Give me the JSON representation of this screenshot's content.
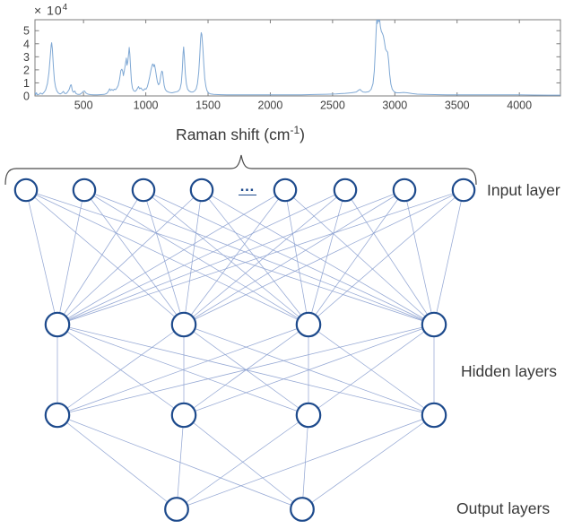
{
  "chart_data": {
    "type": "line",
    "title": "",
    "xlabel": "Raman shift (cm-1)",
    "xlabel_parts": {
      "prefix": "Raman shift (cm",
      "sup": "-1",
      "suffix": ")"
    },
    "ylabel": "",
    "y_scale_parts": {
      "prefix": "× 10",
      "sup": "4"
    },
    "x_ticks": [
      500,
      1000,
      1500,
      2000,
      2500,
      3000,
      3500,
      4000
    ],
    "y_ticks": [
      0,
      1,
      2,
      3,
      4,
      5
    ],
    "xlim": [
      110,
      4330
    ],
    "ylim": [
      0,
      5.84
    ],
    "grid": false,
    "legend": null,
    "line_color": "#7fa8d4",
    "axis_color": "#7d7d7d",
    "points": [
      [
        110,
        0.3
      ],
      [
        116,
        0.1
      ],
      [
        122,
        0.25
      ],
      [
        130,
        0.08
      ],
      [
        142,
        0.12
      ],
      [
        155,
        0.22
      ],
      [
        168,
        0.14
      ],
      [
        180,
        0.25
      ],
      [
        195,
        0.45
      ],
      [
        210,
        0.95
      ],
      [
        222,
        1.8
      ],
      [
        232,
        2.9
      ],
      [
        240,
        3.9
      ],
      [
        244,
        4.08
      ],
      [
        250,
        3.6
      ],
      [
        258,
        2.2
      ],
      [
        266,
        1.2
      ],
      [
        275,
        0.7
      ],
      [
        285,
        0.4
      ],
      [
        298,
        0.22
      ],
      [
        312,
        0.15
      ],
      [
        325,
        0.22
      ],
      [
        338,
        0.35
      ],
      [
        348,
        0.2
      ],
      [
        360,
        0.18
      ],
      [
        372,
        0.3
      ],
      [
        385,
        0.5
      ],
      [
        395,
        0.82
      ],
      [
        402,
        0.85
      ],
      [
        410,
        0.4
      ],
      [
        420,
        0.28
      ],
      [
        430,
        0.38
      ],
      [
        440,
        0.18
      ],
      [
        455,
        0.12
      ],
      [
        470,
        0.12
      ],
      [
        485,
        0.22
      ],
      [
        498,
        0.35
      ],
      [
        508,
        0.38
      ],
      [
        520,
        0.22
      ],
      [
        535,
        0.14
      ],
      [
        555,
        0.1
      ],
      [
        580,
        0.08
      ],
      [
        610,
        0.09
      ],
      [
        640,
        0.1
      ],
      [
        665,
        0.12
      ],
      [
        685,
        0.18
      ],
      [
        700,
        0.35
      ],
      [
        710,
        0.55
      ],
      [
        718,
        0.42
      ],
      [
        728,
        0.5
      ],
      [
        738,
        0.42
      ],
      [
        748,
        0.52
      ],
      [
        758,
        0.48
      ],
      [
        768,
        0.62
      ],
      [
        778,
        0.8
      ],
      [
        790,
        1.3
      ],
      [
        800,
        1.95
      ],
      [
        808,
        2.05
      ],
      [
        814,
        1.9
      ],
      [
        820,
        1.55
      ],
      [
        828,
        1.95
      ],
      [
        838,
        2.55
      ],
      [
        844,
        2.9
      ],
      [
        849,
        2.35
      ],
      [
        855,
        2.6
      ],
      [
        862,
        3.2
      ],
      [
        867,
        3.72
      ],
      [
        872,
        3.2
      ],
      [
        878,
        2.2
      ],
      [
        885,
        1.1
      ],
      [
        893,
        0.6
      ],
      [
        903,
        0.4
      ],
      [
        915,
        0.35
      ],
      [
        925,
        0.45
      ],
      [
        935,
        0.62
      ],
      [
        942,
        0.72
      ],
      [
        950,
        0.55
      ],
      [
        960,
        0.62
      ],
      [
        970,
        0.5
      ],
      [
        980,
        0.42
      ],
      [
        992,
        0.55
      ],
      [
        1002,
        0.52
      ],
      [
        1012,
        0.7
      ],
      [
        1022,
        1.05
      ],
      [
        1032,
        1.5
      ],
      [
        1042,
        2.0
      ],
      [
        1052,
        2.4
      ],
      [
        1058,
        2.45
      ],
      [
        1064,
        2.25
      ],
      [
        1070,
        2.4
      ],
      [
        1078,
        2.0
      ],
      [
        1086,
        1.5
      ],
      [
        1094,
        1.05
      ],
      [
        1102,
        0.85
      ],
      [
        1112,
        1.0
      ],
      [
        1120,
        1.55
      ],
      [
        1128,
        1.9
      ],
      [
        1134,
        1.85
      ],
      [
        1140,
        1.4
      ],
      [
        1148,
        0.8
      ],
      [
        1156,
        0.5
      ],
      [
        1166,
        0.38
      ],
      [
        1180,
        0.3
      ],
      [
        1195,
        0.26
      ],
      [
        1212,
        0.24
      ],
      [
        1230,
        0.28
      ],
      [
        1248,
        0.32
      ],
      [
        1262,
        0.38
      ],
      [
        1275,
        0.55
      ],
      [
        1285,
        1.0
      ],
      [
        1293,
        2.0
      ],
      [
        1300,
        3.3
      ],
      [
        1304,
        3.75
      ],
      [
        1310,
        3.0
      ],
      [
        1318,
        1.7
      ],
      [
        1326,
        0.9
      ],
      [
        1336,
        0.52
      ],
      [
        1348,
        0.38
      ],
      [
        1362,
        0.3
      ],
      [
        1378,
        0.3
      ],
      [
        1392,
        0.38
      ],
      [
        1405,
        0.55
      ],
      [
        1415,
        0.95
      ],
      [
        1425,
        1.8
      ],
      [
        1433,
        3.0
      ],
      [
        1440,
        4.4
      ],
      [
        1445,
        4.85
      ],
      [
        1450,
        4.7
      ],
      [
        1458,
        3.7
      ],
      [
        1466,
        2.4
      ],
      [
        1474,
        1.3
      ],
      [
        1483,
        0.7
      ],
      [
        1492,
        0.4
      ],
      [
        1505,
        0.22
      ],
      [
        1520,
        0.15
      ],
      [
        1545,
        0.12
      ],
      [
        1580,
        0.1
      ],
      [
        1650,
        0.09
      ],
      [
        1750,
        0.08
      ],
      [
        1850,
        0.08
      ],
      [
        1950,
        0.09
      ],
      [
        2050,
        0.08
      ],
      [
        2150,
        0.08
      ],
      [
        2250,
        0.09
      ],
      [
        2350,
        0.11
      ],
      [
        2450,
        0.13
      ],
      [
        2530,
        0.16
      ],
      [
        2600,
        0.2
      ],
      [
        2650,
        0.24
      ],
      [
        2690,
        0.3
      ],
      [
        2712,
        0.46
      ],
      [
        2722,
        0.5
      ],
      [
        2732,
        0.38
      ],
      [
        2745,
        0.3
      ],
      [
        2765,
        0.28
      ],
      [
        2790,
        0.32
      ],
      [
        2810,
        0.5
      ],
      [
        2825,
        0.95
      ],
      [
        2835,
        1.9
      ],
      [
        2843,
        3.4
      ],
      [
        2850,
        5.0
      ],
      [
        2855,
        5.9
      ],
      [
        2860,
        5.55
      ],
      [
        2865,
        5.98
      ],
      [
        2872,
        5.7
      ],
      [
        2878,
        5.85
      ],
      [
        2884,
        5.3
      ],
      [
        2892,
        4.95
      ],
      [
        2900,
        4.8
      ],
      [
        2908,
        4.6
      ],
      [
        2916,
        4.2
      ],
      [
        2925,
        3.6
      ],
      [
        2934,
        3.45
      ],
      [
        2942,
        3.35
      ],
      [
        2950,
        2.7
      ],
      [
        2958,
        1.7
      ],
      [
        2968,
        0.9
      ],
      [
        2980,
        0.5
      ],
      [
        2995,
        0.32
      ],
      [
        3012,
        0.24
      ],
      [
        3040,
        0.24
      ],
      [
        3070,
        0.27
      ],
      [
        3100,
        0.24
      ],
      [
        3140,
        0.18
      ],
      [
        3180,
        0.14
      ],
      [
        3240,
        0.12
      ],
      [
        3320,
        0.1
      ],
      [
        3420,
        0.09
      ],
      [
        3520,
        0.08
      ],
      [
        3640,
        0.08
      ],
      [
        3760,
        0.08
      ],
      [
        3880,
        0.08
      ],
      [
        4000,
        0.08
      ],
      [
        4120,
        0.07
      ],
      [
        4240,
        0.06
      ],
      [
        4330,
        0.06
      ]
    ]
  },
  "network": {
    "ellipsis": "…",
    "node_color": "#1d4a8c",
    "node_fill": "#ffffff",
    "edge_color": "#8a9ecf",
    "brace_color": "#4a4a4a",
    "labels": {
      "input": "Input layer",
      "hidden": "Hidden layers",
      "output": "Output layers"
    },
    "layers": [
      {
        "name": "input",
        "y": 47,
        "r": 12.2,
        "xs": [
          29,
          94,
          160,
          225,
          318,
          385,
          451,
          517
        ]
      },
      {
        "name": "hidden1",
        "y": 197,
        "r": 13.2,
        "xs": [
          64,
          205,
          344,
          484
        ]
      },
      {
        "name": "hidden2",
        "y": 298,
        "r": 13.2,
        "xs": [
          64,
          205,
          344,
          484
        ]
      },
      {
        "name": "output",
        "y": 403,
        "r": 12.8,
        "xs": [
          197,
          337
        ]
      }
    ]
  }
}
